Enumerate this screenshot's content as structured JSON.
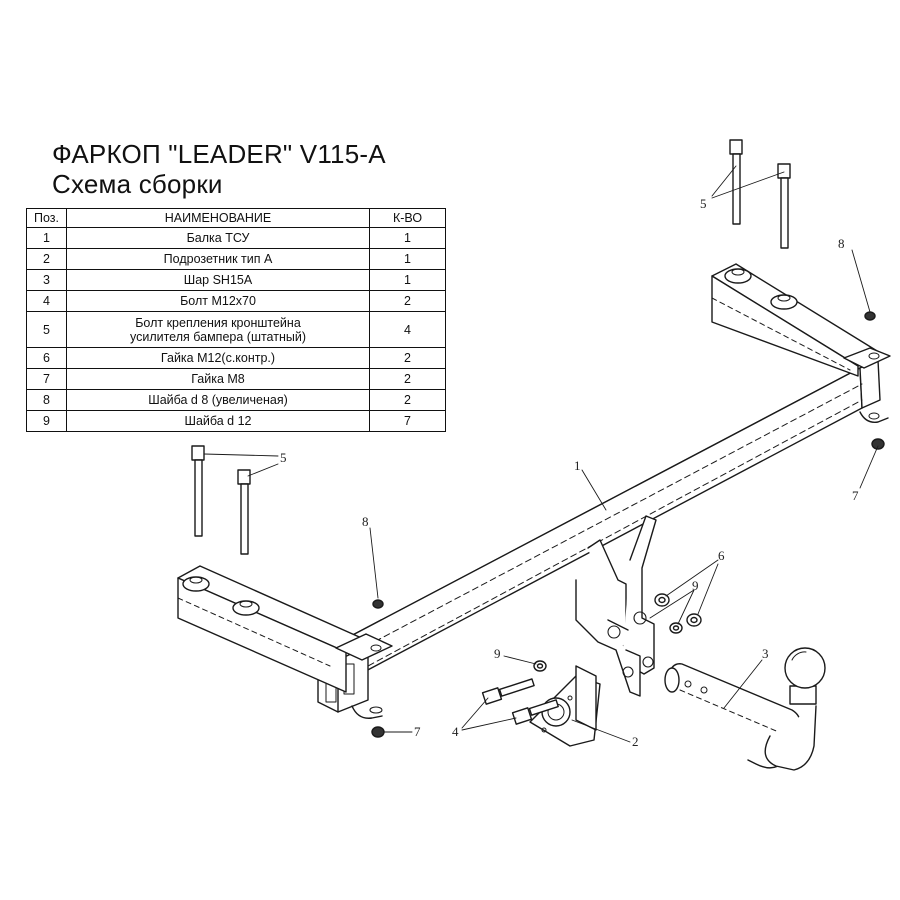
{
  "title_line1": "ФАРКОП \"LEADER\"  V115-A",
  "title_line2": "Схема сборки",
  "table": {
    "headers": [
      "Поз.",
      "НАИМЕНОВАНИЕ",
      "К-ВО"
    ],
    "rows": [
      {
        "pos": "1",
        "name": "Балка ТСУ",
        "qty": "1"
      },
      {
        "pos": "2",
        "name": "Подрозетник тип А",
        "qty": "1"
      },
      {
        "pos": "3",
        "name": "Шар SH15A",
        "qty": "1"
      },
      {
        "pos": "4",
        "name": "Болт М12х70",
        "qty": "2"
      },
      {
        "pos": "5",
        "name": "Болт крепления кронштейна усилителя бампера (штатный)",
        "qty": "4"
      },
      {
        "pos": "6",
        "name": "Гайка М12(с.контр.)",
        "qty": "2"
      },
      {
        "pos": "7",
        "name": "Гайка  М8",
        "qty": "2"
      },
      {
        "pos": "8",
        "name": "Шайба d 8 (увеличеная)",
        "qty": "2"
      },
      {
        "pos": "9",
        "name": "Шайба d 12",
        "qty": "7"
      }
    ]
  },
  "callouts": {
    "c5_top": "5",
    "c8_right": "8",
    "c7_right": "7",
    "c5_left": "5",
    "c8_left": "8",
    "c1": "1",
    "c6": "6",
    "c9_right": "9",
    "c3": "3",
    "c9_left": "9",
    "c4": "4",
    "c2": "2",
    "c7_left": "7"
  }
}
